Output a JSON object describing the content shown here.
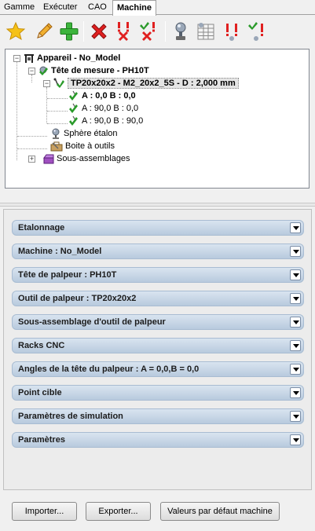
{
  "tabs": [
    {
      "label": "Gamme"
    },
    {
      "label": "Exécuter"
    },
    {
      "label": "CAO"
    },
    {
      "label": "Machine"
    }
  ],
  "toolbar": {
    "icons": [
      "star-icon",
      "pencil-icon",
      "add-icon",
      "delete-icon",
      "error-x-icon",
      "check-x-icon",
      "probe-sphere-icon",
      "grid-table-icon",
      "error-warning-icon",
      "check-warning-icon"
    ]
  },
  "tree": {
    "root": "Appareil - No_Model",
    "head": "Tête de mesure - PH10T",
    "probe": "TP20x20x2 - M2_20x2_5S - D : 2,000 mm",
    "angles": [
      "A : 0,0 B : 0,0",
      "A : 90,0 B : 0,0",
      "A : 90,0 B : 90,0"
    ],
    "sphere": "Sphère étalon",
    "toolbox": "Boite à outils",
    "subassemblies": "Sous-assemblages"
  },
  "sections": [
    "Etalonnage",
    "Machine : No_Model",
    "Tête de palpeur : PH10T",
    "Outil de palpeur : TP20x20x2",
    "Sous-assemblage d'outil de palpeur",
    "Racks CNC",
    "Angles de la tête du palpeur : A = 0,0,B = 0,0",
    "Point cible",
    "Paramètres de simulation",
    "Paramètres"
  ],
  "buttons": {
    "import": "Importer...",
    "export": "Exporter...",
    "defaults": "Valeurs par défaut machine"
  },
  "colors": {
    "section_gradient_top": "#d9e4f0",
    "section_gradient_bottom": "#b8cade",
    "delete_red": "#e02020",
    "check_green": "#2a9a2a"
  }
}
